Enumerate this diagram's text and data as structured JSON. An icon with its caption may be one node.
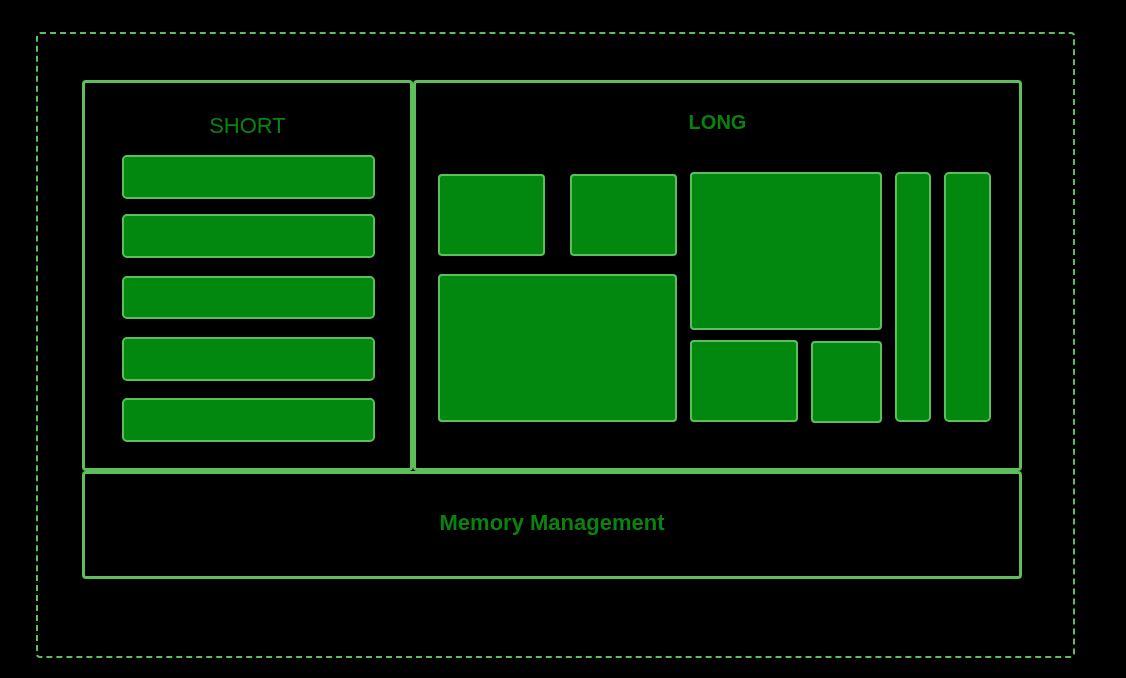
{
  "diagram": {
    "nodes": [
      {
        "text": [],
        "shape": "box"
      },
      {
        "text": [
          "SHORT"
        ],
        "in": 0
      },
      {
        "text": [],
        "shape": "bar",
        "in": 1
      },
      {
        "text": [],
        "shape": "bar",
        "in": 1
      },
      {
        "text": [],
        "shape": "bar",
        "in": 1
      },
      {
        "text": [],
        "shape": "bar",
        "in": 1
      },
      {
        "text": [],
        "shape": "bar",
        "in": 1
      },
      {
        "text": [
          "LONG"
        ],
        "in": 0
      },
      {
        "text": [],
        "shape": "box",
        "in": 7
      },
      {
        "text": [],
        "shape": "box",
        "in": 7
      },
      {
        "text": [],
        "shape": "box",
        "in": 7
      },
      {
        "text": [],
        "shape": "bar",
        "in": 7
      },
      {
        "text": [],
        "shape": "bar",
        "in": 7
      },
      {
        "text": [],
        "shape": "box",
        "in": 7
      },
      {
        "text": [],
        "shape": "box",
        "in": 7
      },
      {
        "text": [],
        "shape": "box",
        "in": 7
      },
      {
        "text": [
          "Memory Management"
        ],
        "in": 0
      }
    ],
    "edges": []
  }
}
